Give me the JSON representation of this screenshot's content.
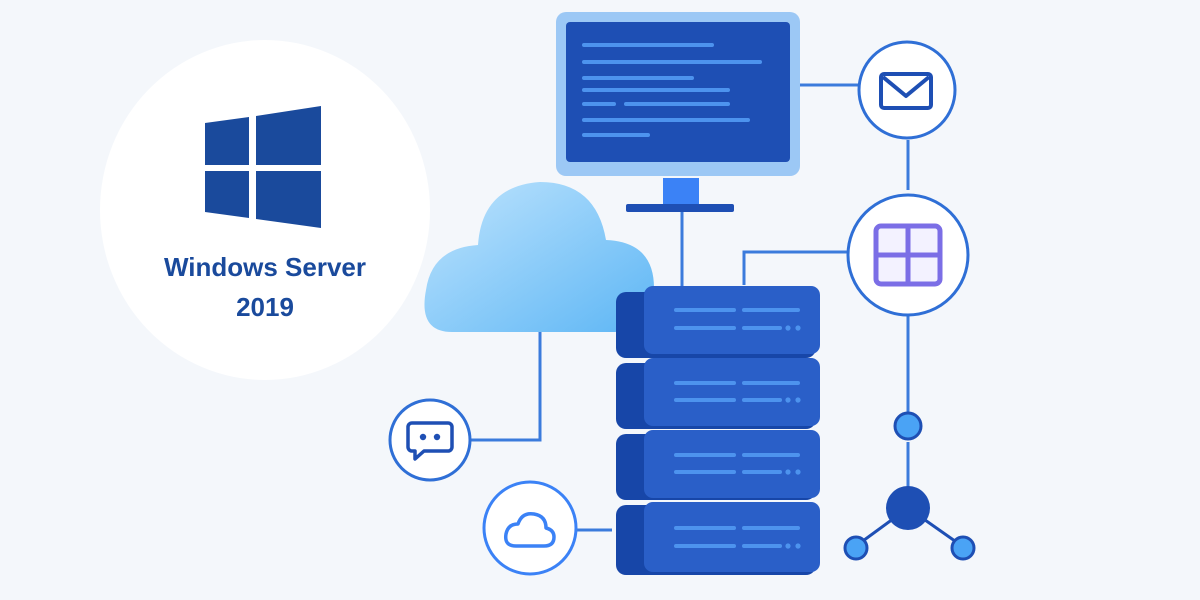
{
  "brand": {
    "logo_icon": "windows-logo-icon",
    "title_line1": "Windows Server",
    "title_line2": "2019",
    "title_color": "#1a4a9c"
  },
  "colors": {
    "primary": "#1e4fb4",
    "accent": "#3b82f6",
    "cloud": "#8fd0fb",
    "monitor_frame": "#9cc8f5",
    "grid_icon": "#7b6ee6",
    "background": "#f4f7fb"
  },
  "icons": {
    "monitor": "monitor-icon",
    "cloud": "cloud-icon",
    "server_stack": "server-stack-icon",
    "mail": "mail-icon",
    "grid_app": "grid-app-icon",
    "chat": "chat-icon",
    "weather_cloud": "cloud-outline-icon",
    "network_hub": "network-hub-icon"
  },
  "server_units": 4
}
